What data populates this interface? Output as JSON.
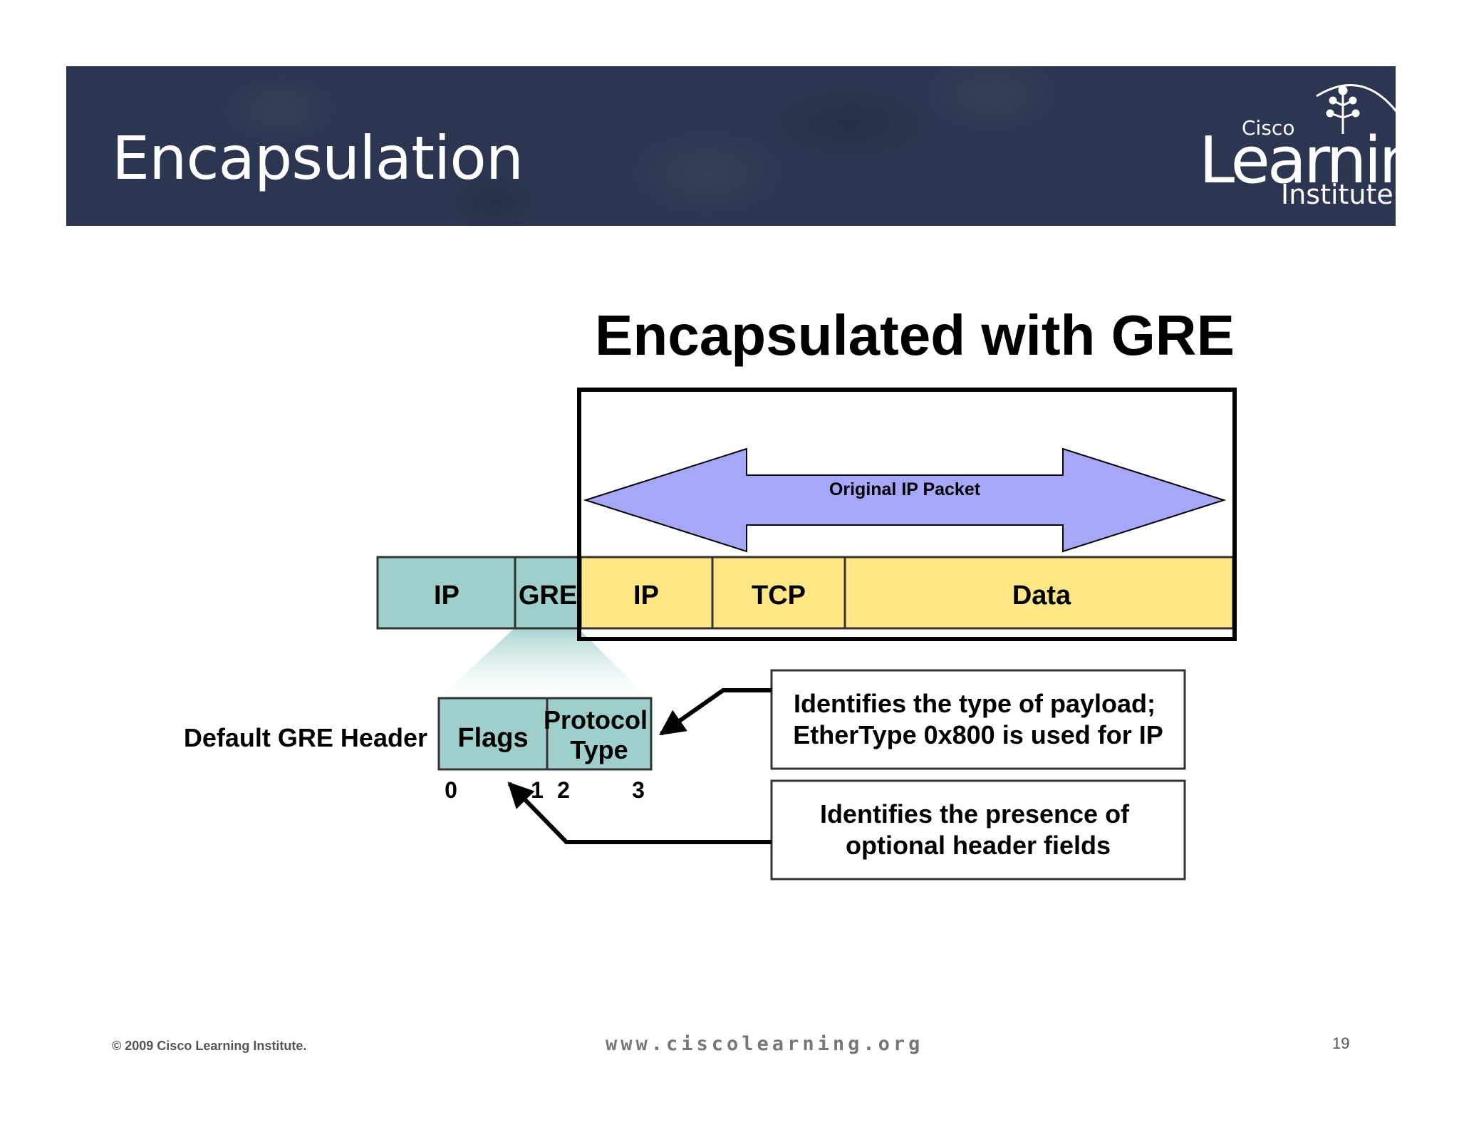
{
  "slide": {
    "title": "Encapsulation",
    "page_number": "19"
  },
  "logo": {
    "cisco": "Cisco",
    "learning": "Learning",
    "institute": "Institute"
  },
  "diagram": {
    "title": "Encapsulated with GRE",
    "original_packet_label": "Original IP Packet",
    "outer_fields": [
      "IP",
      "GRE"
    ],
    "inner_fields": [
      "IP",
      "TCP",
      "Data"
    ],
    "header_label": "Default GRE Header",
    "header_fields": [
      "Flags",
      "Protocol\nType"
    ],
    "bit_labels": [
      "0",
      "1",
      "2",
      "3"
    ],
    "callout_protocol": "Identifies the type of payload;\nEtherType 0x800 is used for IP",
    "callout_flags": "Identifies the presence of\noptional header fields"
  },
  "footer": {
    "copyright": "© 2009 Cisco Learning Institute.",
    "website": "www.ciscolearning.org"
  },
  "colors": {
    "banner": "#2c3650",
    "gre_teal": "#9ecfcb",
    "payload_yellow": "#fee784",
    "arrow_lavender": "#a7a7f9"
  }
}
